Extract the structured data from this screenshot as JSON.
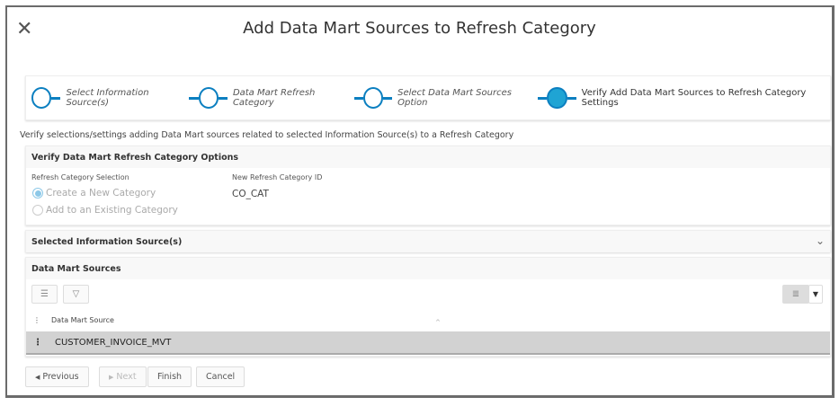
{
  "dialog": {
    "title": "Add Data Mart Sources to Refresh Category",
    "close_icon": "close-icon"
  },
  "steps": [
    {
      "label": "Select Information Source(s)",
      "active": false
    },
    {
      "label": "Data Mart Refresh Category",
      "active": false
    },
    {
      "label": "Select Data Mart Sources Option",
      "active": false
    },
    {
      "label": "Verify Add Data Mart Sources to Refresh Category Settings",
      "active": true
    }
  ],
  "description": "Verify selections/settings adding Data Mart sources related to selected Information Source(s) to a Refresh Category",
  "options_panel": {
    "title": "Verify Data Mart Refresh Category Options",
    "selection_label": "Refresh Category Selection",
    "radio_new": "Create a New Category",
    "radio_existing": "Add to an Existing Category",
    "selected": "Create a New Category",
    "id_label": "New Refresh Category ID",
    "id_value": "CO_CAT"
  },
  "sources_panel": {
    "title": "Selected Information Source(s)"
  },
  "datamart_panel": {
    "title": "Data Mart Sources",
    "column": "Data Mart Source",
    "rows": [
      "CUSTOMER_INVOICE_MVT"
    ]
  },
  "buttons": {
    "previous": "Previous",
    "next": "Next",
    "finish": "Finish",
    "cancel": "Cancel"
  },
  "colors": {
    "accent": "#0b7fc0",
    "active_step": "#1fa4d4",
    "selected_row": "#d2d2d2"
  }
}
